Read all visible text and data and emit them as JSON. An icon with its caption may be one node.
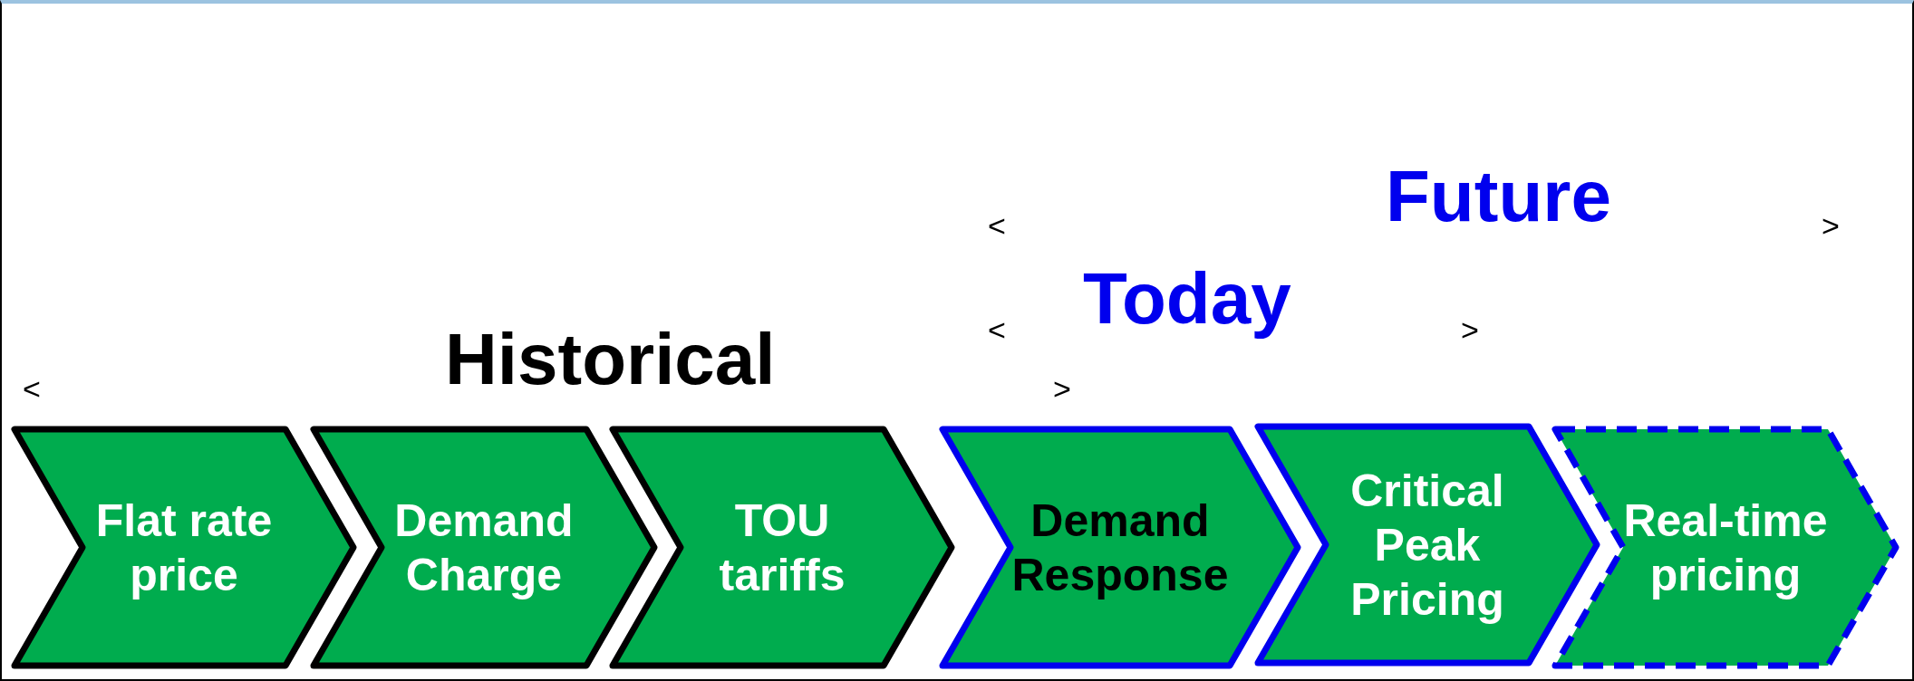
{
  "diagram": {
    "nodes": [
      {
        "text": [
          "Flat rate price"
        ]
      },
      {
        "text": [
          "Demand Charge"
        ]
      },
      {
        "text": [
          "TOU tariffs"
        ]
      },
      {
        "text": [
          "Demand Response"
        ]
      },
      {
        "text": [
          "Critical Peak Pricing"
        ]
      },
      {
        "text": [
          "Real-time pricing"
        ]
      }
    ],
    "labels": [
      "Future",
      "<",
      ">",
      "Today",
      "<",
      ">",
      "Historical",
      "<",
      ">"
    ]
  }
}
